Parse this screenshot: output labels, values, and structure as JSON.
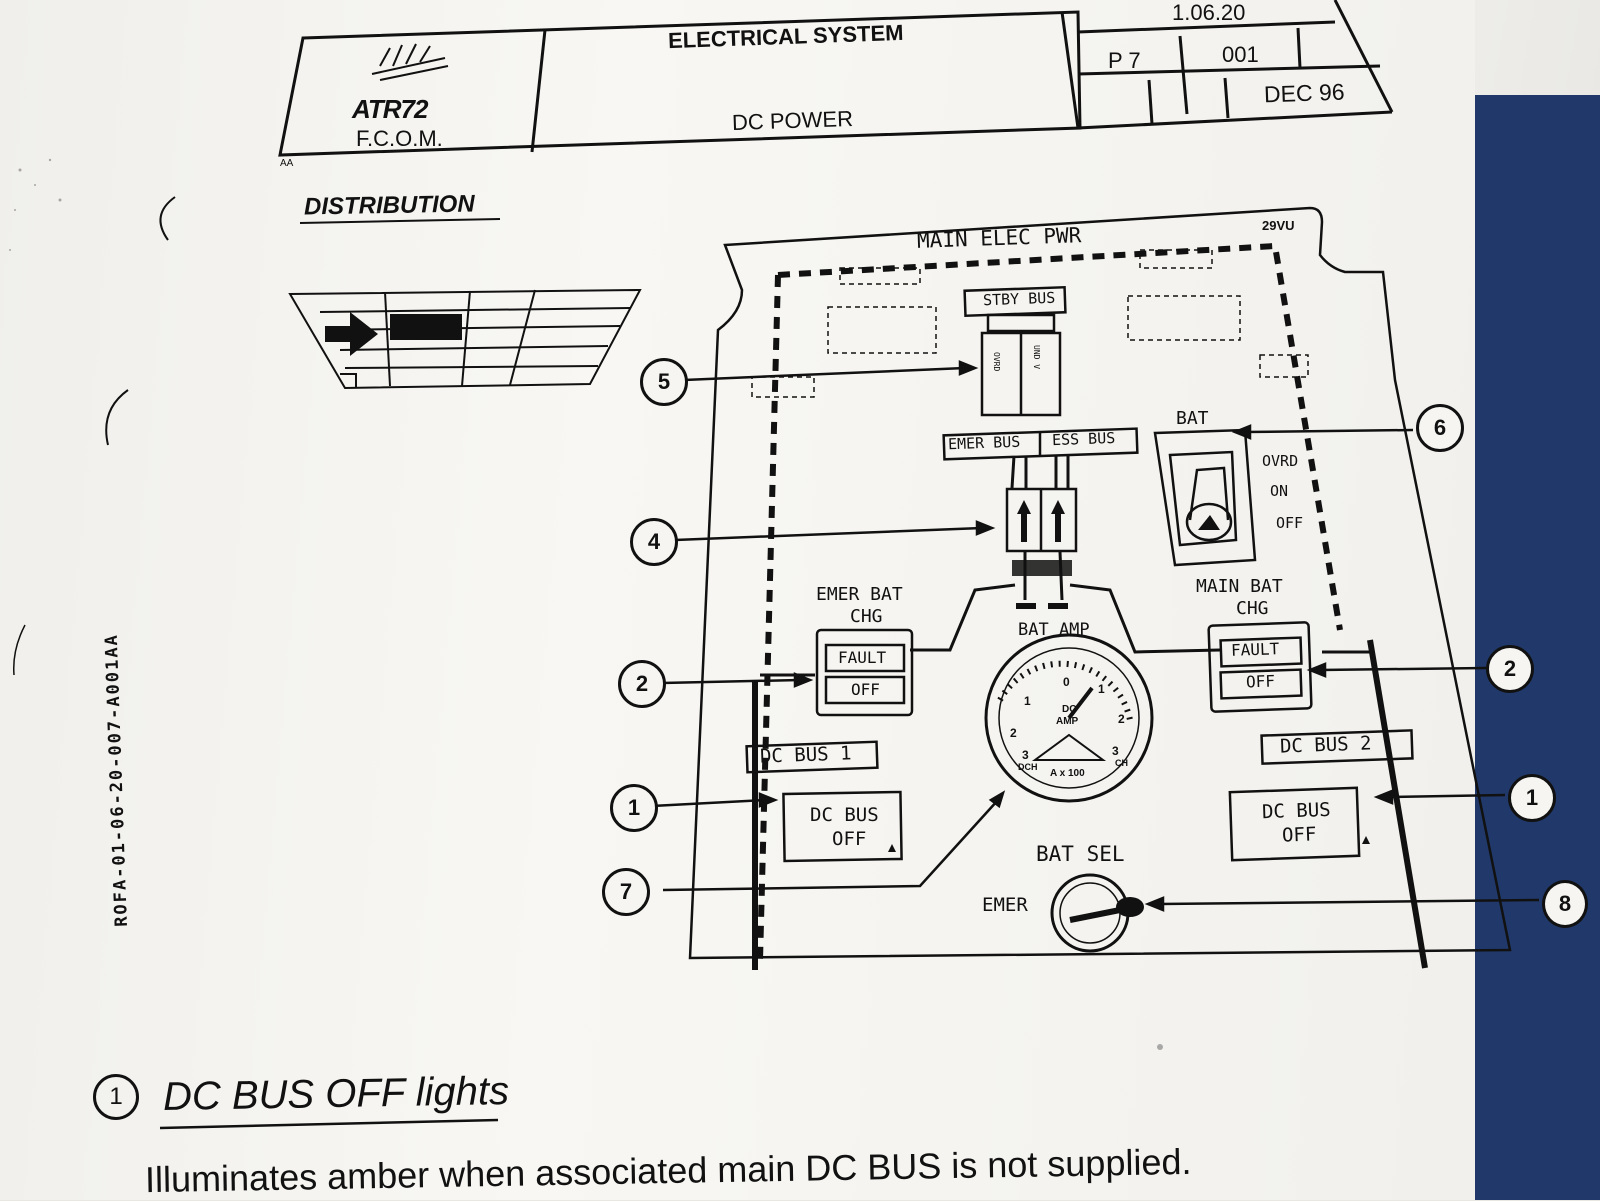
{
  "header": {
    "logo_text": "ATR72",
    "manual": "F.C.O.M.",
    "code_small": "AA",
    "chapter": "ELECTRICAL SYSTEM",
    "section": "DC POWER",
    "ref": "1.06.20",
    "page": "P 7",
    "seq": "001",
    "date": "DEC 96"
  },
  "distribution_title": "DISTRIBUTION",
  "side_ref": "ROFA-01-06-20-007-A001AA",
  "panel": {
    "title": "MAIN ELEC PWR",
    "panel_id": "29VU",
    "stby_bus": "STBY BUS",
    "stby_switch_left": "OVRD",
    "stby_switch_right": "UND V",
    "emer_bus": "EMER BUS",
    "ess_bus": "ESS BUS",
    "bat_label": "BAT",
    "bat_ovrd": "OVRD",
    "bat_on": "ON",
    "bat_off": "OFF",
    "emer_bat_chg": "EMER BAT",
    "emer_bat_chg2": "CHG",
    "main_bat_chg": "MAIN BAT",
    "main_bat_chg2": "CHG",
    "fault": "FAULT",
    "off": "OFF",
    "bat_amp": "BAT AMP",
    "gauge_label1": "DC",
    "gauge_label2": "AMP",
    "gauge_scale": "A x 100",
    "gauge_dch": "DCH",
    "gauge_ch": "CH",
    "gauge_ticks": [
      "0",
      "1",
      "2",
      "3",
      "1",
      "2",
      "3"
    ],
    "dc_bus1": "DC BUS 1",
    "dc_bus2": "DC BUS 2",
    "dc_bus_light1": "DC BUS",
    "dc_bus_light2": "OFF",
    "bat_sel": "BAT SEL",
    "emer": "EMER"
  },
  "callouts": [
    "5",
    "4",
    "2",
    "1",
    "7",
    "6",
    "2",
    "1",
    "8"
  ],
  "item1": {
    "number": "1",
    "title": "DC BUS OFF lights",
    "text": "Illuminates amber when associated main DC BUS is not supplied."
  }
}
